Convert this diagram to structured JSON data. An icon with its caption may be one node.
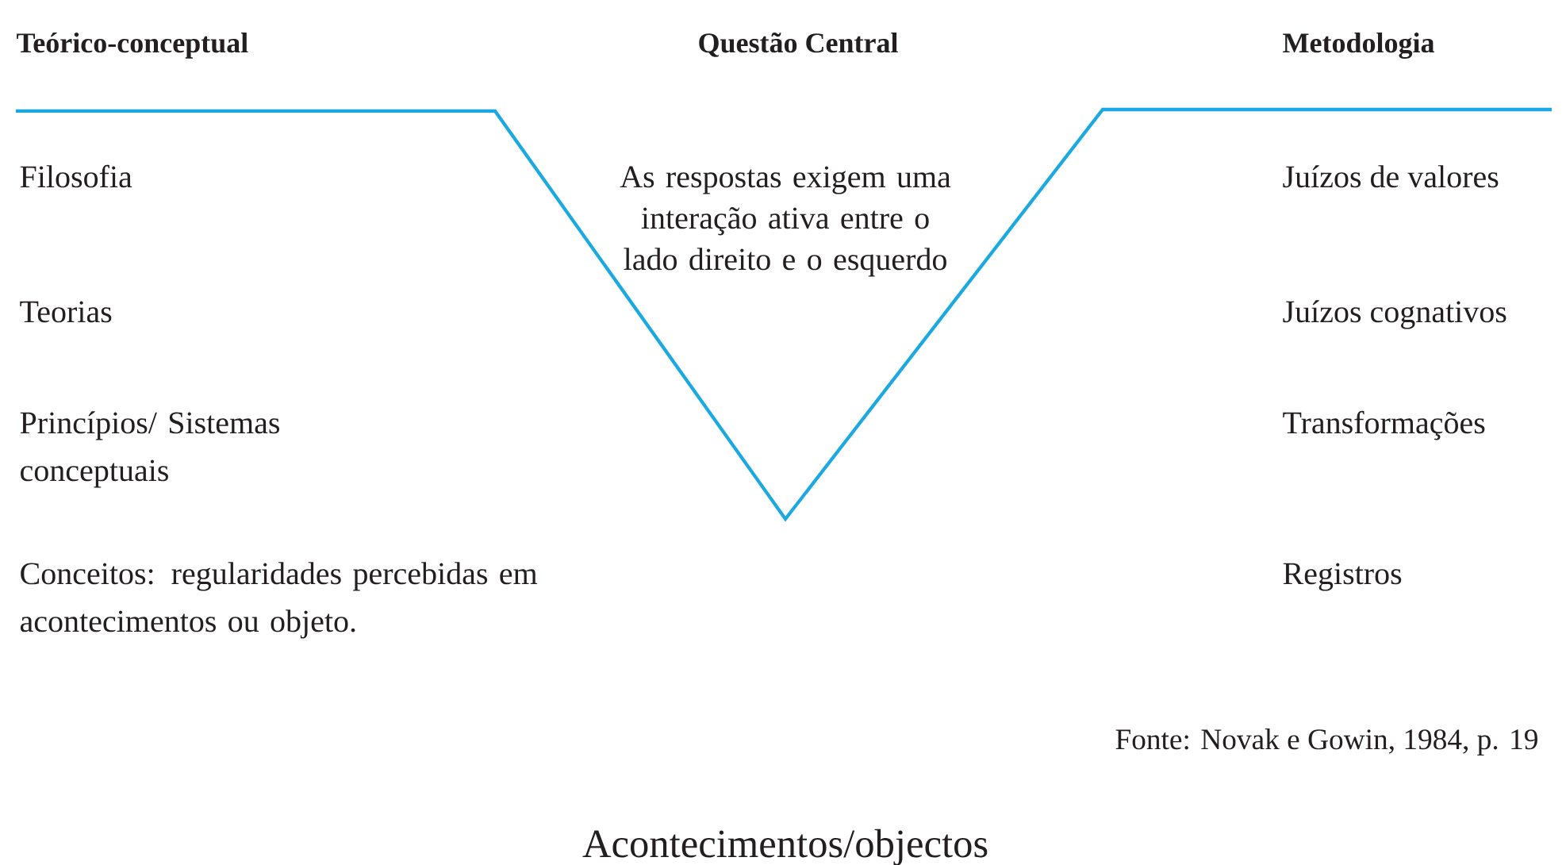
{
  "diagram": {
    "labels": [
      "Teórico-conceptual",
      "Questão Central",
      "Metodologia",
      "Filosofia",
      "As respostas exigem uma interação ativa entre o lado direito e o esquerdo",
      "Juízos de valores",
      "Teorias",
      "Juízos cognativos",
      "Princípios/ Sistemas conceptuais",
      "Transformações",
      "Conceitos: regularidades percebidas em acontecimentos ou objeto.",
      "Registros",
      "Fonte: Novak e Gowin, 1984, p. 19",
      "Acontecimentos/objectos"
    ]
  }
}
